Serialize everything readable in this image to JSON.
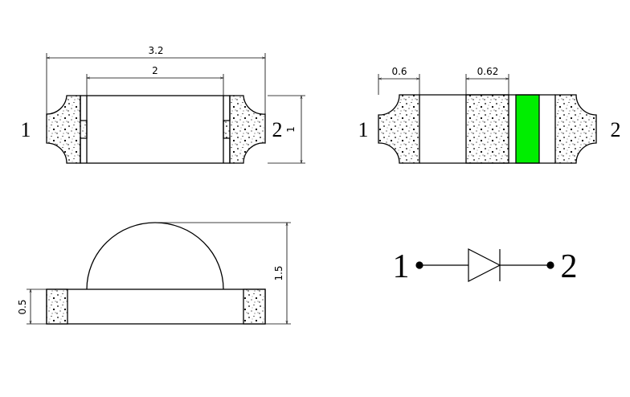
{
  "top_view": {
    "dim_length": "3.2",
    "dim_lens": "2",
    "dim_width": "1",
    "pin1": "1",
    "pin2": "2"
  },
  "bottom_view": {
    "dim_pad": "0.6",
    "dim_strip": "0.62",
    "pin1": "1",
    "pin2": "2",
    "polarity_color": "#00ee00"
  },
  "side_view": {
    "dim_height": "1.5",
    "dim_base": "0.5"
  },
  "schematic": {
    "pin1": "1",
    "pin2": "2"
  }
}
